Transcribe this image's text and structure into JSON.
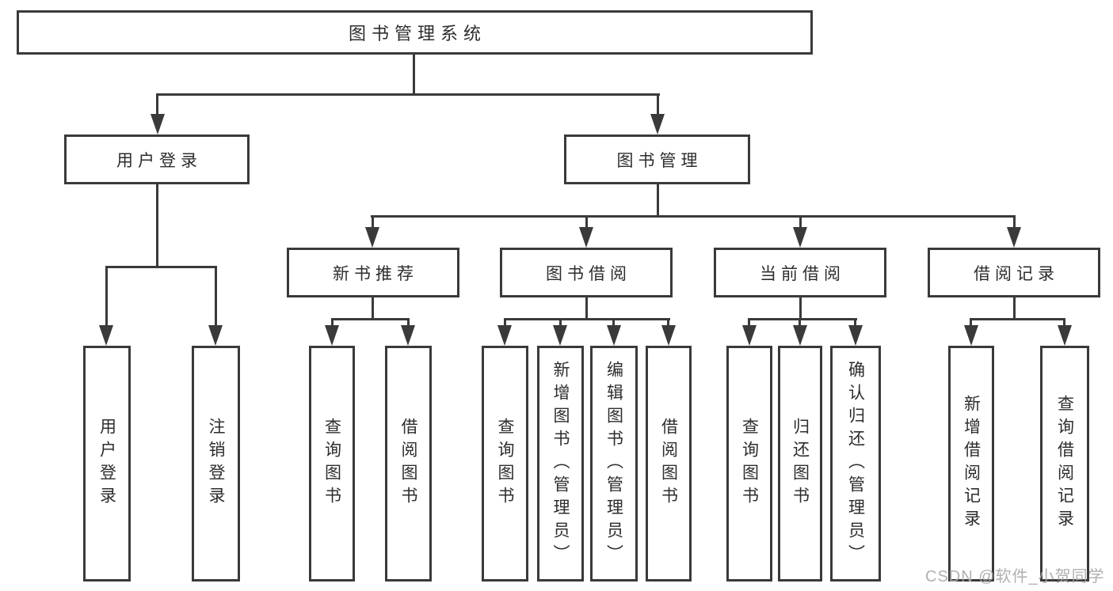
{
  "diagram": {
    "title": "图书管理系统",
    "type": "hierarchy-tree",
    "colors": {
      "line": "#3a3a3a",
      "text": "#2d2d2d",
      "box_bg": "#ffffff",
      "watermark": "#a8a8a8"
    },
    "tree": {
      "root": {
        "label": "图书管理系统"
      },
      "level2": [
        {
          "label": "用户登录"
        },
        {
          "label": "图书管理"
        }
      ],
      "level3": [
        {
          "label": "新书推荐"
        },
        {
          "label": "图书借阅"
        },
        {
          "label": "当前借阅"
        },
        {
          "label": "借阅记录"
        }
      ],
      "leaves": {
        "user_login": [
          "用户登录",
          "注销登录"
        ],
        "new_book": [
          "查询图书",
          "借阅图书"
        ],
        "book_borrow": [
          "查询图书",
          "新增图书（管理员）",
          "编辑图书（管理员）",
          "借阅图书"
        ],
        "current_borrow": [
          "查询图书",
          "归还图书",
          "确认归还（管理员）"
        ],
        "borrow_record": [
          "新增借阅记录",
          "查询借阅记录"
        ]
      }
    },
    "watermark": "CSDN @软件_小贺同学"
  }
}
